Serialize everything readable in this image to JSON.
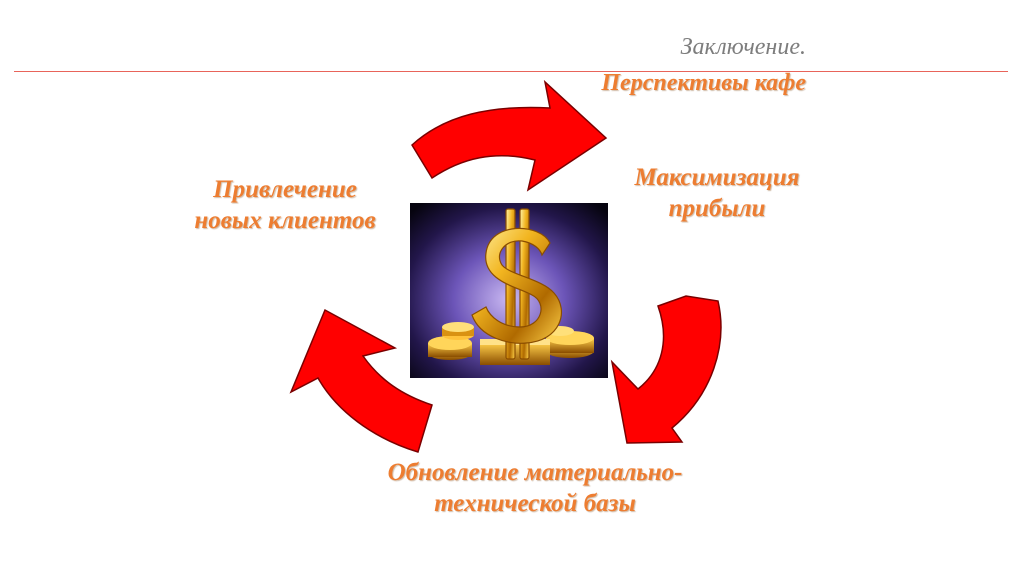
{
  "header": {
    "title_line1": "Заключение.",
    "title_line2": "Перспективы  кафе"
  },
  "cycle": {
    "items": [
      {
        "line1": "Привлечение",
        "line2": "новых клиентов"
      },
      {
        "line1": "Максимизация",
        "line2": "прибыли"
      },
      {
        "line1": "Обновление материально-",
        "line2": "технической базы"
      }
    ]
  },
  "colors": {
    "arrow": "#ff0000",
    "label": "#ed7d31",
    "rule": "#e8645a",
    "title_gray": "#7d7d7d"
  },
  "icons": {
    "center": "gold-dollar-sign-image",
    "arrows": [
      "arrow-top",
      "arrow-right",
      "arrow-left"
    ]
  }
}
